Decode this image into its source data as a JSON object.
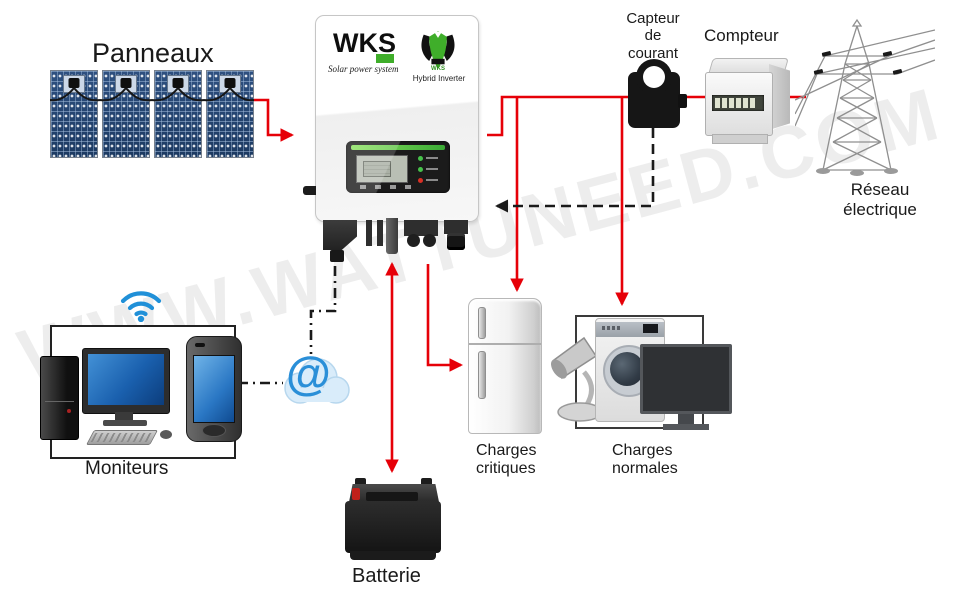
{
  "watermark": "WWW.WATTUNEED.COM",
  "colors": {
    "wire_red": "#e60008",
    "wire_black": "#1a1a1a",
    "wifi_blue": "#2090d8",
    "at_blue": "#2a8fd8",
    "logo_green": "#3fae2a",
    "panel_blue": "#1c3a62"
  },
  "panels": {
    "label": "Panneaux",
    "count": 4
  },
  "inverter": {
    "brand": "WKS",
    "tagline": "Solar power system",
    "logo_brand": "WKS",
    "logo_caption": "Hybrid Inverter"
  },
  "current_sensor": {
    "label_lines": [
      "Capteur",
      "de",
      "courant"
    ]
  },
  "meter": {
    "label": "Compteur"
  },
  "grid": {
    "label_lines": [
      "Réseau",
      "électrique"
    ]
  },
  "monitors": {
    "label": "Moniteurs"
  },
  "cloud": {
    "symbol": "@"
  },
  "battery": {
    "label": "Batterie"
  },
  "critical_loads": {
    "label_lines": [
      "Charges",
      "critiques"
    ]
  },
  "normal_loads": {
    "label_lines": [
      "Charges",
      "normales"
    ]
  }
}
